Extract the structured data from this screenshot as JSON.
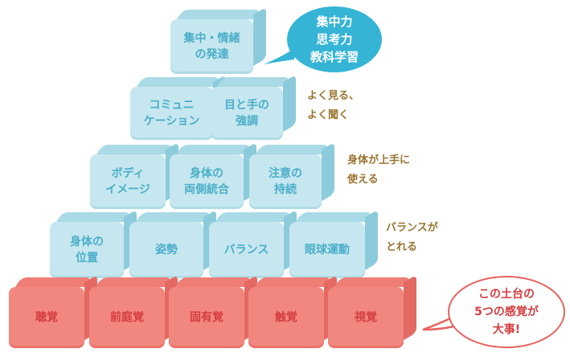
{
  "rows": [
    {
      "level": 1,
      "color": "pink",
      "blocks": [
        "聴覚",
        "前庭覚",
        "固有覚",
        "触覚",
        "視覚"
      ]
    },
    {
      "level": 2,
      "color": "blue",
      "blocks": [
        "身体の\n位置",
        "姿勢",
        "バランス",
        "眼球運動"
      ]
    },
    {
      "level": 3,
      "color": "blue",
      "blocks": [
        "ボディ\nイメージ",
        "身体の\n両側統合",
        "注意の\n持続"
      ]
    },
    {
      "level": 4,
      "color": "blue",
      "blocks": [
        "コミュニ\nケーション",
        "目と手の\n強調"
      ]
    },
    {
      "level": 5,
      "color": "blue",
      "blocks": [
        "集中・情緒\nの発達"
      ]
    }
  ],
  "notes": {
    "level2": "バランスが\nとれる",
    "level3": "身体が上手に\n使える",
    "level4": "よく見る、\nよく聞く"
  },
  "bubbles": {
    "top": "集中力\n思考力\n教科学習",
    "bottom": "この土台の\n5つの感覚が\n大事!"
  },
  "colors": {
    "block_blue": "#c6e7ef",
    "block_blue_text": "#4aaec8",
    "block_pink": "#f2877f",
    "block_pink_text": "#d43c3f",
    "note_text": "#9a7430",
    "bubble_top_fill": "#35b4d6",
    "bubble_bottom_border": "#e8625e"
  }
}
